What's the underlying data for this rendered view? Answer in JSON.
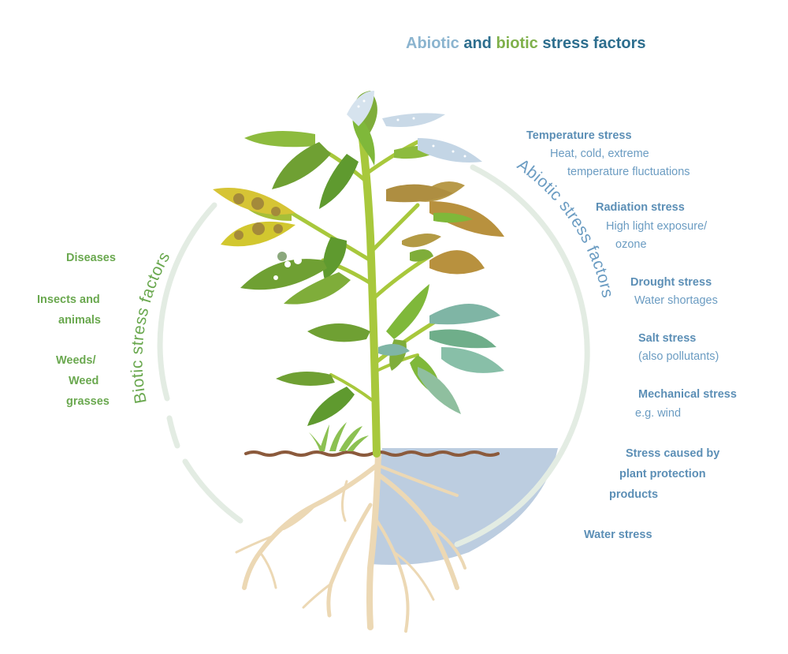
{
  "title": {
    "word_abiotic": "Abiotic",
    "word_and": "and",
    "word_biotic": "biotic",
    "word_rest": "stress factors"
  },
  "arc_labels": {
    "abiotic": "Abiotic stress factors",
    "biotic": "Biotic stress factors"
  },
  "abiotic_factors": [
    {
      "name": "Temperature stress",
      "detail1": "Heat, cold, extreme",
      "detail2": "temperature fluctuations"
    },
    {
      "name": "Radiation stress",
      "detail1": "High light exposure/",
      "detail2": "ozone"
    },
    {
      "name": "Drought stress",
      "detail1": "Water shortages"
    },
    {
      "name": "Salt stress",
      "detail1": "(also pollutants)"
    },
    {
      "name": "Mechanical stress",
      "detail1": "e.g. wind"
    },
    {
      "name1": "Stress caused by",
      "name2": "plant protection",
      "name3": "products"
    },
    {
      "name": "Water stress"
    }
  ],
  "biotic_factors": [
    {
      "line1": "Diseases"
    },
    {
      "line1": "Insects and",
      "line2": "animals"
    },
    {
      "line1": "Weeds/",
      "line2": "Weed",
      "line3": "grasses"
    }
  ],
  "colors": {
    "abiotic_text": "#5c8fb6",
    "biotic_text": "#6aa84f",
    "ring": "#e3ece3",
    "water": "#bccde0",
    "soil": "#8b5a3c",
    "roots": "#ecd8b4",
    "stem": "#a8c83c"
  }
}
